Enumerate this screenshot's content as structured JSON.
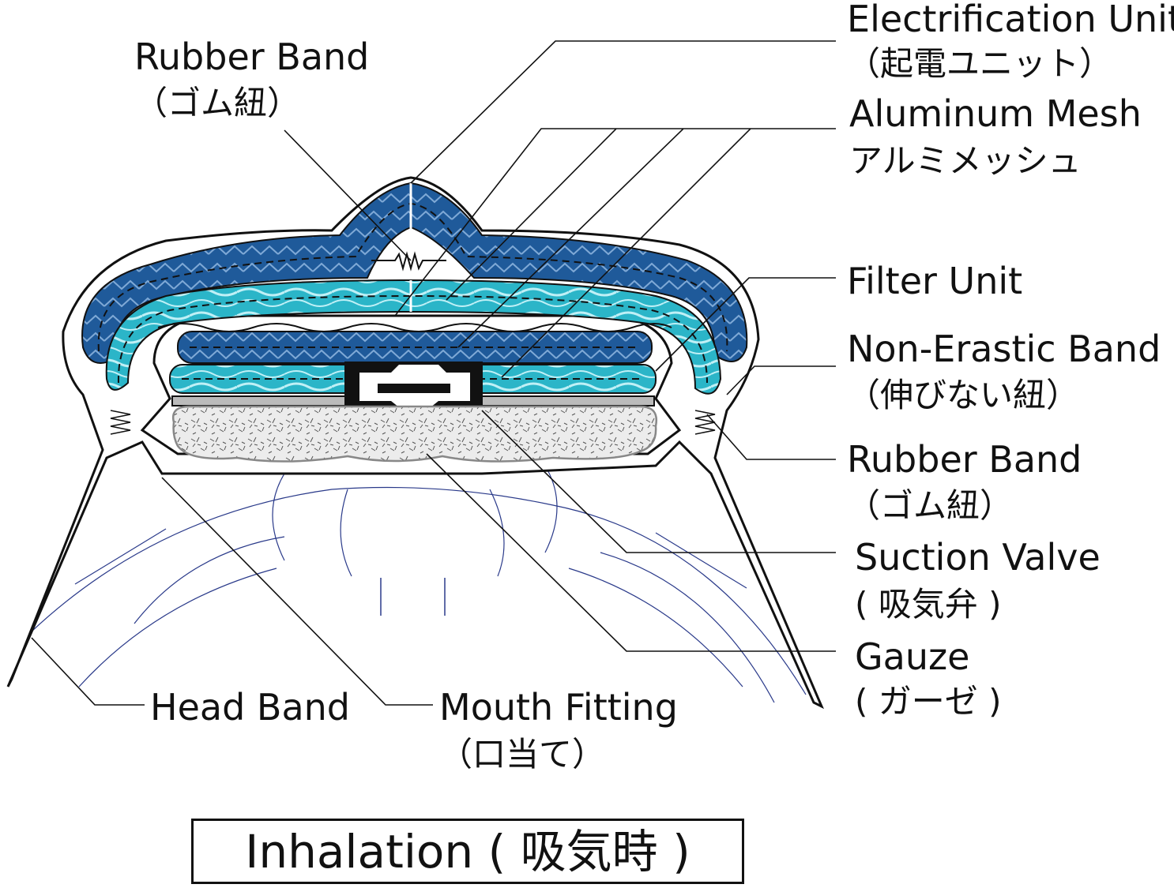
{
  "labels": {
    "rubber_band_top": {
      "en": "Rubber Band",
      "jp": "（ゴム紐）"
    },
    "electrification_unit": {
      "en": "Electrification Unit",
      "jp": "（起電ユニット）"
    },
    "aluminum_mesh": {
      "en": "Aluminum Mesh",
      "jp": "アルミメッシュ"
    },
    "filter_unit": {
      "en": "Filter Unit"
    },
    "non_elastic_band": {
      "en": "Non-Erastic Band",
      "jp": "（伸びない紐）"
    },
    "rubber_band_right": {
      "en": "Rubber Band",
      "jp": "（ゴム紐）"
    },
    "suction_valve": {
      "en": "Suction Valve",
      "jp": "( 吸気弁 )"
    },
    "gauze": {
      "en": "Gauze",
      "jp": "( ガーゼ )"
    },
    "head_band": {
      "en": "Head Band"
    },
    "mouth_fitting": {
      "en": "Mouth Fitting",
      "jp": "（口当て）"
    }
  },
  "caption": "Inhalation ( 吸気時 )",
  "colors": {
    "electrification_unit": "#1f5a9a",
    "filter_unit": "#2bb5c8",
    "gauze": "#e8e8e8",
    "outline": "#111111",
    "face_lines": "#2a3a8a"
  }
}
